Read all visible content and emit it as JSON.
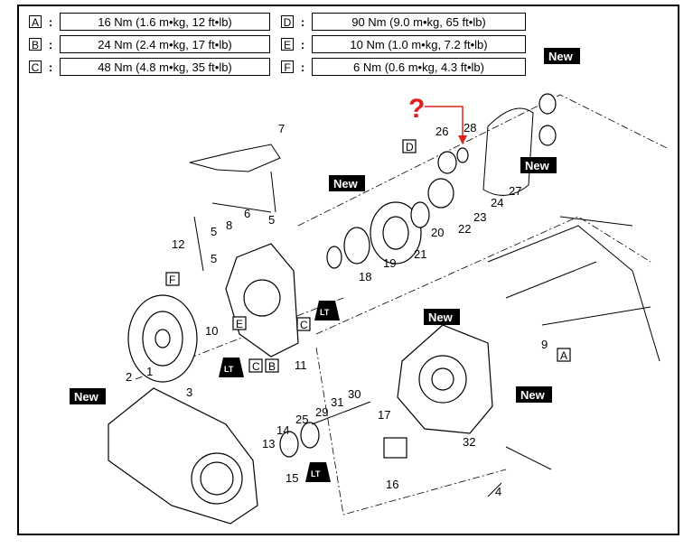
{
  "torque_table": [
    {
      "letter": "A",
      "value": "16 Nm (1.6 m•kg, 12 ft•lb)"
    },
    {
      "letter": "B",
      "value": "24 Nm (2.4 m•kg, 17 ft•lb)"
    },
    {
      "letter": "C",
      "value": "48 Nm (4.8 m•kg, 35 ft•lb)"
    },
    {
      "letter": "D",
      "value": "90 Nm (9.0 m•kg, 65 ft•lb)"
    },
    {
      "letter": "E",
      "value": "10 Nm (1.0 m•kg, 7.2 ft•lb)"
    },
    {
      "letter": "F",
      "value": "6 Nm (0.6 m•kg, 4.3 ft•lb)"
    }
  ],
  "colon": ":",
  "new_label": "New",
  "question_mark": "?",
  "lt_label": "LT",
  "callouts": [
    "7",
    "6",
    "5",
    "8",
    "5",
    "12",
    "5",
    "10",
    "11",
    "3",
    "2",
    "1",
    "18",
    "19",
    "21",
    "20",
    "22",
    "23",
    "24",
    "27",
    "26",
    "28",
    "9",
    "14",
    "25",
    "29",
    "31",
    "30",
    "17",
    "13",
    "15",
    "16",
    "32",
    "4"
  ],
  "letter_marks": [
    "D",
    "F",
    "E",
    "C",
    "B",
    "C",
    "A"
  ],
  "colors": {
    "annotation": "#e0201c",
    "ink": "#000000"
  }
}
